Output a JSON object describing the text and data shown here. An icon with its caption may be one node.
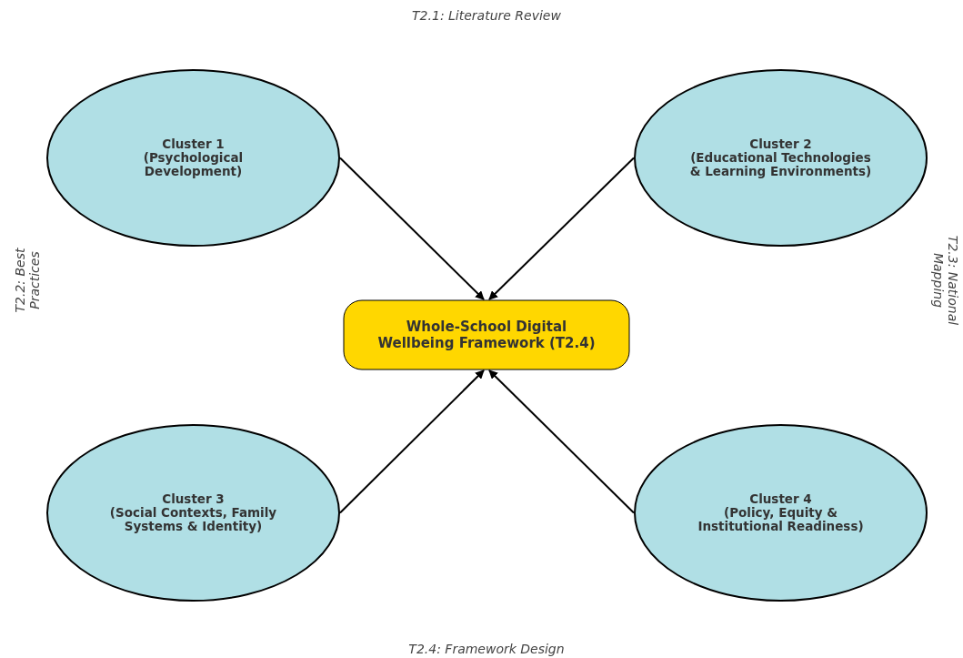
{
  "diagram": {
    "nodes": [
      {
        "text": [
          "Cluster 1",
          "(Psychological Development)"
        ]
      },
      {
        "text": [
          "Cluster 2",
          "(Educational Technologies & Learning Environments)"
        ]
      },
      {
        "text": [
          "Whole-School Digital Wellbeing Framework (T2.4)"
        ]
      },
      {
        "text": [
          "Cluster 3",
          "(Social Contexts, Family Systems & Identity)"
        ]
      },
      {
        "text": [
          "Cluster 4",
          "(Policy, Equity & Institutional Readiness)"
        ]
      }
    ],
    "edges": [
      {
        "from": 0,
        "to": 2,
        "arrow": "to"
      },
      {
        "from": 1,
        "to": 2,
        "arrow": "to"
      },
      {
        "from": 3,
        "to": 2,
        "arrow": "to"
      },
      {
        "from": 4,
        "to": 2,
        "arrow": "to"
      }
    ],
    "labels": [
      "T2.1: Literature Review",
      "T2.2: Best Practices",
      "T2.3: National Mapping",
      "T2.4: Framework Design"
    ]
  }
}
